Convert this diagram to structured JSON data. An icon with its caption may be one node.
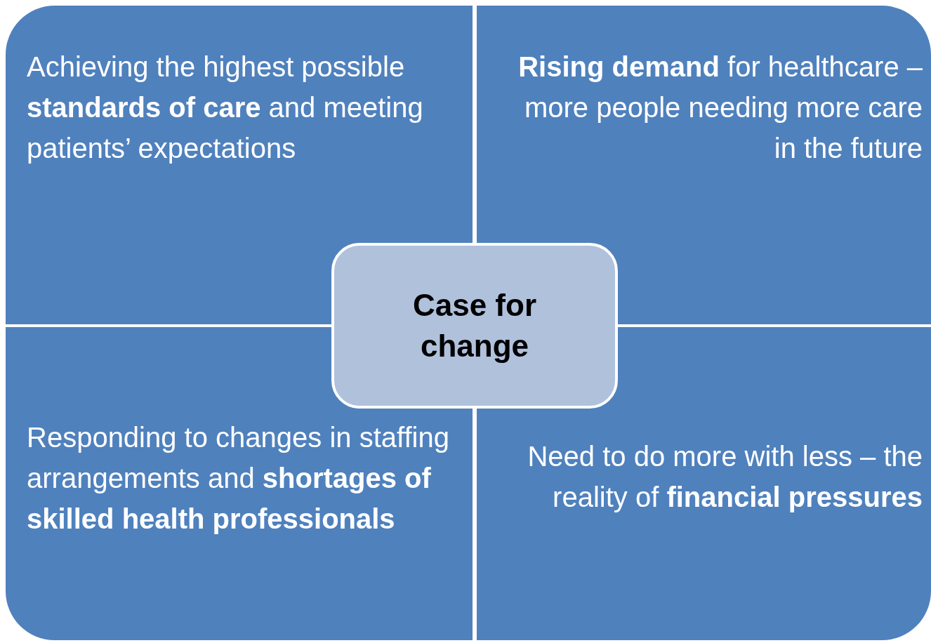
{
  "diagram": {
    "nodes": [
      {
        "text": [
          "Achieving the highest possible **standards of care** and meeting patients’ expectations"
        ]
      },
      {
        "text": [
          "**Rising demand** for healthcare – more people needing more care in the future"
        ]
      },
      {
        "text": [
          "Responding to changes in staffing arrangements and **shortages of skilled health professionals**"
        ]
      },
      {
        "text": [
          "Need to do more with less – the reality of **financial pressures**"
        ]
      },
      {
        "text": [
          "Case for change"
        ]
      }
    ]
  }
}
